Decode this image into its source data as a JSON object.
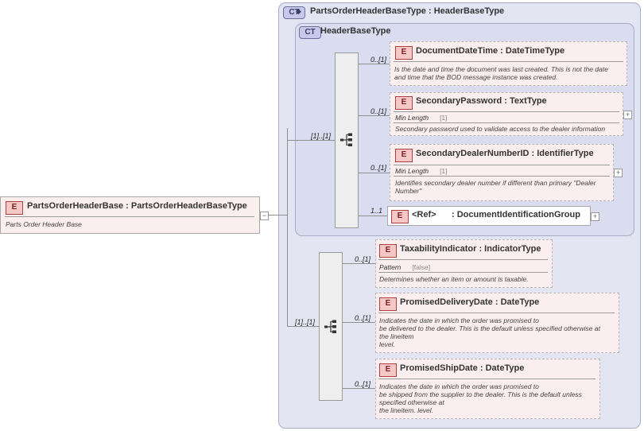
{
  "root": {
    "badge": "E",
    "name": "PartsOrderHeaderBase",
    "type": "PartsOrderHeaderBaseType",
    "doc": "Parts Order Header Base",
    "collapse": "−"
  },
  "outer_type": {
    "badge": "CT",
    "name": "PartsOrderHeaderBaseType",
    "base": "HeaderBaseType"
  },
  "inner_type": {
    "badge": "CT",
    "name": "HeaderBaseType"
  },
  "separator": ":",
  "sequence1_card": "[1]..[1]",
  "sequence2_card": "[1]..[1]",
  "elements1": [
    {
      "card": "0..[1]",
      "badge": "E",
      "name": "DocumentDateTime",
      "type": "DateTimeType",
      "doc_lines": [
        "Is the date and time the document was last created. This is not the date",
        "and time that the BOD message instance was created."
      ]
    },
    {
      "card": "0..[1]",
      "badge": "E",
      "name": "SecondaryPassword",
      "type": "TextType",
      "facet_name": "Min Length",
      "facet_value": "[1]",
      "doc_lines": [
        "Secondary password used to validate access to the dealer information"
      ],
      "expand": "+"
    },
    {
      "card": "0..[1]",
      "badge": "E",
      "name": "SecondaryDealerNumberID",
      "type": "IdentifierType",
      "facet_name": "Min Length",
      "facet_value": "[1]",
      "doc_lines": [
        "Identifies secondary dealer number if different than primary \"Dealer",
        "Number\""
      ],
      "expand": "+"
    },
    {
      "card": "1..1",
      "badge": "E",
      "name": "<Ref>",
      "type": "DocumentIdentificationGroup",
      "expand": "+"
    }
  ],
  "elements2": [
    {
      "card": "0..[1]",
      "badge": "E",
      "name": "TaxabilityIndicator",
      "type": "IndicatorType",
      "facet_name": "Pattern",
      "facet_value": "[false]",
      "doc_lines": [
        "Determines whether an item or amount is taxable."
      ]
    },
    {
      "card": "0..[1]",
      "badge": "E",
      "name": "PromisedDeliveryDate",
      "type": "DateType",
      "doc_lines": [
        "Indicates the date in which the order was promised to",
        "be delivered to the dealer. This is the default unless specified otherwise at",
        "the lineitem",
        "level."
      ]
    },
    {
      "card": "0..[1]",
      "badge": "E",
      "name": "PromisedShipDate",
      "type": "DateType",
      "doc_lines": [
        "Indicates the date in which the order was promised to",
        "be shipped from the supplier to the dealer. This is the default unless",
        "specified otherwise at",
        "the lineitem. level."
      ]
    }
  ]
}
